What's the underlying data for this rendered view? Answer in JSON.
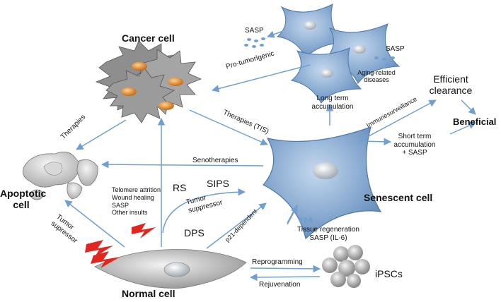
{
  "cells": {
    "cancer": "Cancer cell",
    "senescent": "Senescent cell",
    "normal": "Normal cell",
    "apoptotic_line1": "Apoptotic",
    "apoptotic_line2": "cell",
    "ipscs": "iPSCs"
  },
  "sasp": {
    "top_left": "SASP",
    "top_right": "SASP",
    "aging_line1": "Aging-related",
    "aging_line2": "diseases"
  },
  "arrows": {
    "pro_tumorigenic": "Pro-tumorigenic",
    "therapies": "Therapies",
    "therapies_tis": "Therapies (TIS)",
    "senotherapies": "Senotherapies",
    "long_term_line1": "Long term",
    "long_term_line2": "accumulation",
    "immunesurveillance": "Immunesurveillance",
    "short_term_line1": "Short term",
    "short_term_line2": "accumulation",
    "short_term_line3": "+ SASP",
    "efficient_line1": "Efficient",
    "efficient_line2": "clearance",
    "beneficial": "Beneficial",
    "rs": "RS",
    "sips": "SIPS",
    "dps": "DPS",
    "tumor_suppressor_line1": "Tumor",
    "tumor_suppressor_line2": "suppressor",
    "tumor_rot_line1": "Tumor",
    "tumor_rot_line2": "supressor",
    "p21": "p21-dependent",
    "tissue_regen_line1": "Tissue regeneration",
    "tissue_regen_line2": "SASP (IL-6)",
    "reprogramming": "Reprogramming",
    "rejuvenation": "Rejuvenation"
  },
  "insults": [
    "Telomere attrition",
    "Wound healing",
    "SASP",
    "Other insults"
  ],
  "colors": {
    "arrow": "#6f9fd0",
    "senescent_fill": "#7ea4cf",
    "nucleus_orange": "#e0801e",
    "lightning": "#e0261e",
    "cancer_grey": "#8a8a8a"
  }
}
